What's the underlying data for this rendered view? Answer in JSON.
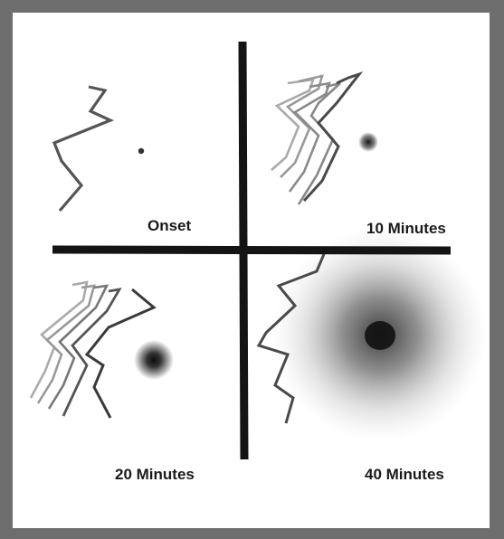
{
  "quadrants": [
    {
      "label": "Onset",
      "spot_level": 0.05
    },
    {
      "label": "10 Minutes",
      "spot_level": 0.25
    },
    {
      "label": "20 Minutes",
      "spot_level": 0.5
    },
    {
      "label": "40 Minutes",
      "spot_level": 1.0
    }
  ],
  "colors": {
    "frame": "#6e6e6e",
    "background": "#ffffff",
    "cross": "#141414",
    "line_dark": "#4a4a4a",
    "line_light": "#9a9a9a",
    "spot": "#111111"
  }
}
